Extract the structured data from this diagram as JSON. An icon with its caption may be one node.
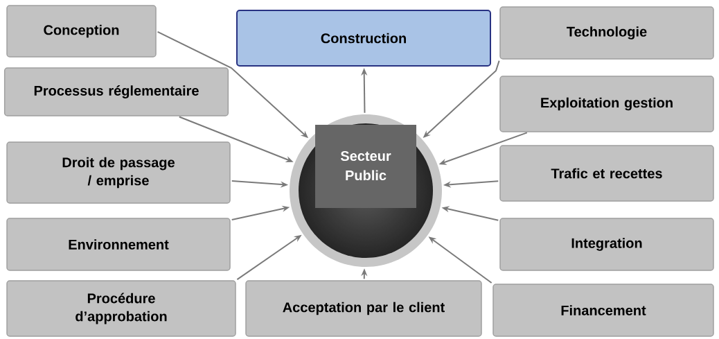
{
  "diagram": {
    "nodes": [
      {
        "text": [
          "Conception"
        ]
      },
      {
        "text": [
          "Construction"
        ]
      },
      {
        "text": [
          "Technologie"
        ]
      },
      {
        "text": [
          "Processus réglementaire"
        ]
      },
      {
        "text": [
          "Exploitation gestion"
        ]
      },
      {
        "text": [
          "Droit de passage / emprise"
        ]
      },
      {
        "text": [
          "Secteur Public"
        ]
      },
      {
        "text": [
          "Trafic et recettes"
        ]
      },
      {
        "text": [
          "Environnement"
        ]
      },
      {
        "text": [
          "Integration"
        ]
      },
      {
        "text": [
          "Procédure d’approbation"
        ]
      },
      {
        "text": [
          "Acceptation par le client"
        ]
      },
      {
        "text": [
          "Financement"
        ]
      }
    ],
    "edges": [
      {
        "from": 0,
        "to": 6,
        "arrow": "to"
      },
      {
        "from": 6,
        "to": 1,
        "arrow": "to"
      },
      {
        "from": 2,
        "to": 6,
        "arrow": "to"
      },
      {
        "from": 3,
        "to": 6,
        "arrow": "to"
      },
      {
        "from": 4,
        "to": 6,
        "arrow": "to"
      },
      {
        "from": 5,
        "to": 6,
        "arrow": "to"
      },
      {
        "from": 7,
        "to": 6,
        "arrow": "to"
      },
      {
        "from": 8,
        "to": 6,
        "arrow": "to"
      },
      {
        "from": 9,
        "to": 6,
        "arrow": "to"
      },
      {
        "from": 10,
        "to": 6,
        "arrow": "to"
      },
      {
        "from": 11,
        "to": 6,
        "arrow": "to"
      },
      {
        "from": 12,
        "to": 6,
        "arrow": "to"
      }
    ]
  }
}
